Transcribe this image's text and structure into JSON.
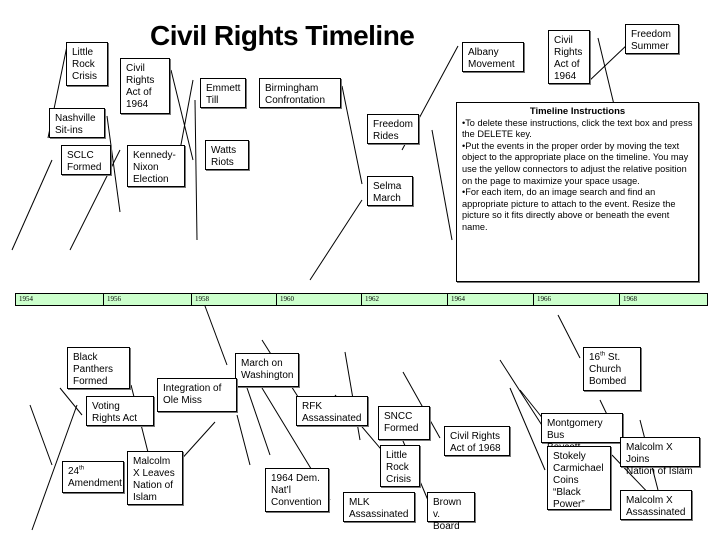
{
  "title": "Civil Rights Timeline",
  "timeline_years": [
    "1954",
    "1956",
    "1958",
    "1960",
    "1962",
    "1964",
    "1966",
    "1968"
  ],
  "colors": {
    "timeline_fill": "#ccffcc",
    "box_border": "#000000"
  },
  "instructions": {
    "title": "Timeline Instructions",
    "items": [
      "•To delete these instructions, click the text box and press the DELETE key.",
      "•Put the events in the proper order by moving the text object to the appropriate place on the timeline. You may use the yellow connectors to adjust the relative position on the page to maximize your space usage.",
      "•For each item, do an image search and find an appropriate picture to attach to the event.  Resize the picture so it fits directly above or beneath the event name."
    ]
  },
  "events": {
    "little_rock_crisis_top": [
      "Little",
      "Rock",
      "Crisis"
    ],
    "civil_rights_act_1964_left": [
      "Civil",
      "Rights",
      "Act of",
      "1964"
    ],
    "emmett_till": [
      "Emmett",
      "Till"
    ],
    "birmingham": [
      "Birmingham",
      "Confrontation"
    ],
    "nashville": [
      "Nashville",
      "Sit-ins"
    ],
    "sclc": [
      "SCLC",
      "Formed"
    ],
    "kennedy_nixon": [
      "Kennedy-",
      "Nixon",
      "Election"
    ],
    "watts": [
      "Watts",
      "Riots"
    ],
    "albany": [
      "Albany",
      "Movement"
    ],
    "freedom_rides": [
      "Freedom",
      "Rides"
    ],
    "selma": [
      "Selma",
      "March"
    ],
    "civil_rights_act_1964_right": [
      "Civil",
      "Rights",
      "Act of",
      "1964"
    ],
    "freedom_summer": [
      "Freedom",
      "Summer"
    ],
    "black_panthers": [
      "Black",
      "Panthers",
      "Formed"
    ],
    "march_washington": [
      "March on",
      "Washington"
    ],
    "ole_miss": [
      "Integration of",
      "Ole Miss"
    ],
    "voting_rights": [
      "Voting",
      "Rights Act"
    ],
    "rfk": [
      "RFK",
      "Assassinated"
    ],
    "sncc": [
      "SNCC",
      "Formed"
    ],
    "civil_rights_act_1968": [
      "Civil Rights",
      "Act of 1968"
    ],
    "sixteenth_st": {
      "num": "16",
      "sup": "th",
      "rest": " St.",
      "lines": [
        "Church",
        "Bombed"
      ]
    },
    "montgomery": [
      "Montgomery Bus",
      "Boycott"
    ],
    "malcolm_joins": [
      "Malcolm X Joins",
      "Nation of Islam"
    ],
    "stokely": [
      "Stokely",
      "Carmichael",
      "Coins",
      "“Black",
      "Power”"
    ],
    "malcolm_assassinated": [
      "Malcolm X",
      "Assassinated"
    ],
    "twenty_fourth": {
      "num": "24",
      "sup": "th",
      "lines": [
        "Amendment"
      ]
    },
    "malcolm_leaves": [
      "Malcolm",
      "X Leaves",
      "Nation of",
      "Islam"
    ],
    "little_rock_crisis_bottom": [
      "Little",
      "Rock",
      "Crisis"
    ],
    "dem_convention": [
      "1964 Dem.",
      "Nat’l",
      "Convention"
    ],
    "mlk": [
      "MLK",
      "Assassinated"
    ],
    "brown": [
      "Brown",
      "v. Board"
    ]
  }
}
